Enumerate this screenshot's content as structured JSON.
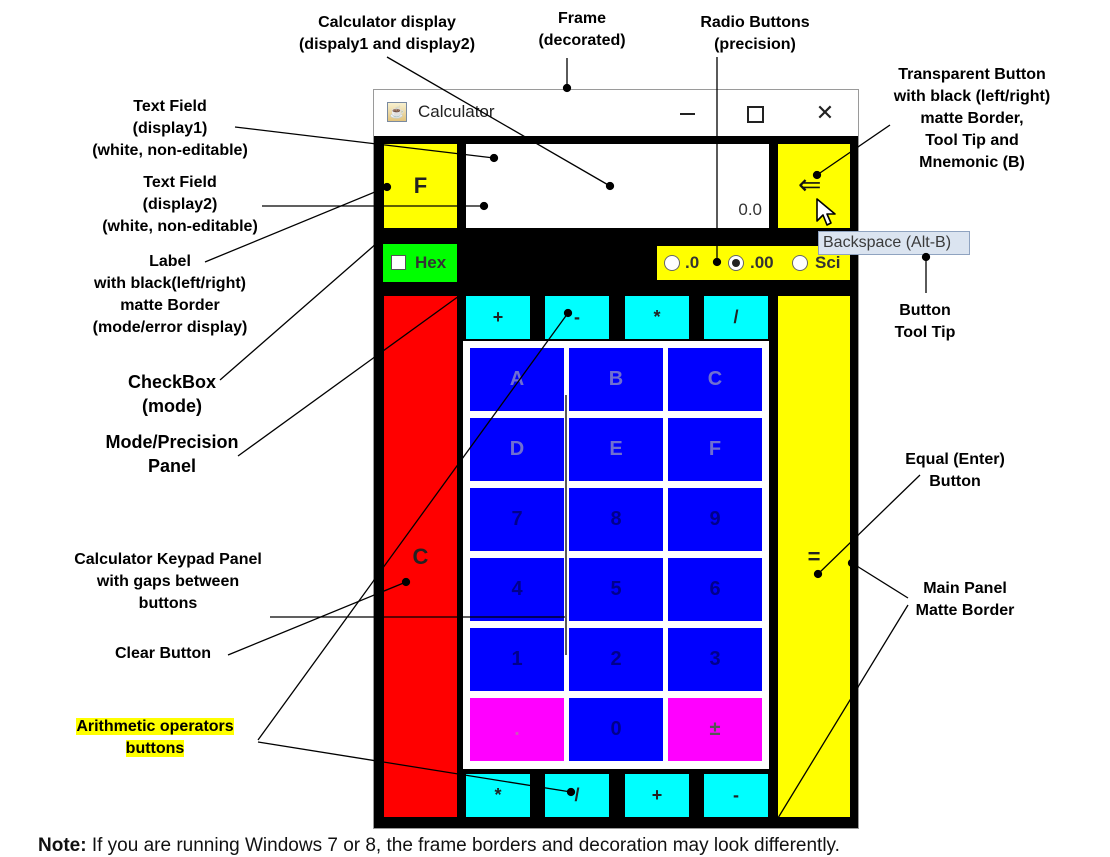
{
  "annotations": {
    "calc_display": [
      "Calculator display",
      "(dispaly1 and display2)"
    ],
    "frame": [
      "Frame",
      "(decorated)"
    ],
    "radio_buttons": [
      "Radio Buttons",
      "(precision)"
    ],
    "transparent_button": [
      "Transparent Button",
      "with black (left/right)",
      "matte Border,",
      "Tool Tip and",
      "Mnemonic (B)"
    ],
    "text_field_1": [
      "Text Field",
      "(display1)",
      "(white, non-editable)"
    ],
    "text_field_2": [
      "Text Field",
      "(display2)",
      "(white, non-editable)"
    ],
    "label": [
      "Label",
      "with black(left/right)",
      "matte Border",
      "(mode/error display)"
    ],
    "checkbox": [
      "CheckBox",
      "(mode)"
    ],
    "mode_panel": [
      "Mode/Precision",
      "Panel"
    ],
    "button_tooltip": [
      "Button",
      "Tool Tip"
    ],
    "equal_button": [
      "Equal (Enter)",
      "Button"
    ],
    "keypad_panel": [
      "Calculator Keypad Panel",
      "with gaps between",
      "buttons"
    ],
    "main_panel_border": [
      "Main Panel",
      "Matte Border"
    ],
    "clear_button": [
      "Clear Button"
    ],
    "arithmetic_ops": [
      "Arithmetic operators",
      "buttons"
    ]
  },
  "window": {
    "title": "Calculator",
    "icon": "java-cup-icon",
    "controls": [
      "minimize-icon",
      "maximize-icon",
      "close-icon"
    ]
  },
  "calculator": {
    "mode_label": "F",
    "display2_value": "0.0",
    "backspace_symbol": "⇐",
    "tooltip": "Backspace (Alt-B)",
    "hex_label": "Hex",
    "hex_checked": false,
    "precision_options": [
      ".0",
      ".00",
      "Sci"
    ],
    "precision_selected": ".00",
    "clear_label": "C",
    "equal_label": "=",
    "top_ops": [
      "+",
      "-",
      "*",
      "/"
    ],
    "bottom_ops": [
      "*",
      "/",
      "+",
      "-"
    ],
    "keys": [
      [
        "A",
        "B",
        "C"
      ],
      [
        "D",
        "E",
        "F"
      ],
      [
        "7",
        "8",
        "9"
      ],
      [
        "4",
        "5",
        "6"
      ],
      [
        "1",
        "2",
        "3"
      ],
      [
        ".",
        "0",
        "±"
      ]
    ]
  },
  "colors": {
    "yellow": "#ffff00",
    "red": "#ff0000",
    "cyan": "#00ffff",
    "blue": "#0000ff",
    "magenta": "#ff00ff",
    "green": "#00ff00",
    "frame": "#000000"
  },
  "note": {
    "label": "Note:",
    "text": "If you are running Windows 7 or 8, the frame borders and decoration may look differently."
  }
}
